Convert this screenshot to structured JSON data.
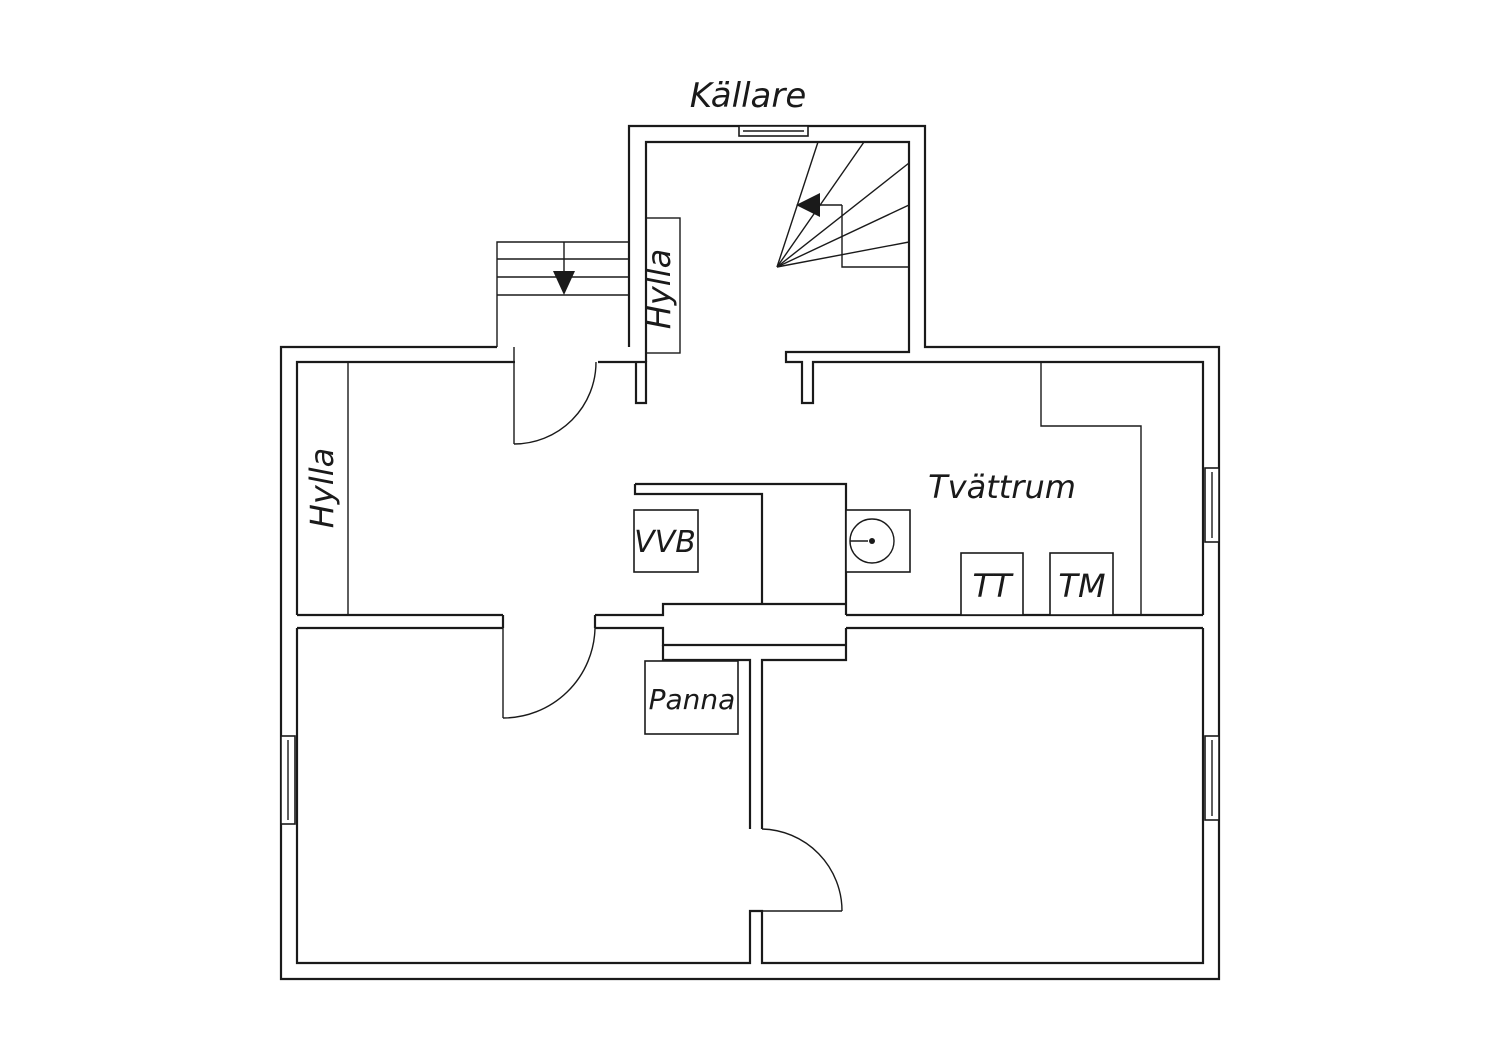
{
  "plan": {
    "title": "Källare",
    "rooms": {
      "laundry": "Tvättrum"
    },
    "fixtures": {
      "shelf_left": "Hylla",
      "shelf_stair": "Hylla",
      "water_heater": "VVB",
      "boiler": "Panna",
      "tumble_dryer": "TT",
      "washing_machine": "TM"
    },
    "icons": {
      "sink": "sink-icon",
      "stair_arrow_down": "arrow-down-icon",
      "stair_arrow_left": "arrow-left-icon",
      "window": "window-icon",
      "door": "door-swing-icon"
    },
    "colors": {
      "line": "#1a1a1a",
      "background": "#ffffff"
    }
  }
}
